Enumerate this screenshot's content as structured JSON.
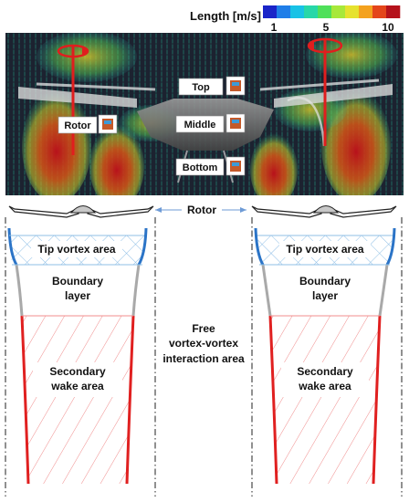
{
  "legend": {
    "title": "Length [m/s]",
    "ticks": [
      "1",
      "5",
      "10"
    ],
    "colors": [
      "#1a24c8",
      "#1f7ee8",
      "#18c2e6",
      "#27d7a8",
      "#4fe05a",
      "#a7e83a",
      "#e6e22e",
      "#f4a21e",
      "#e4451a",
      "#b5121b"
    ]
  },
  "photo_labels": {
    "top": "Top",
    "middle": "Middle",
    "bottom": "Bottom",
    "rotor": "Rotor"
  },
  "rotor_label": "Rotor",
  "left_zone": {
    "tip": "Tip vortex area",
    "boundary_1": "Boundary",
    "boundary_2": "layer",
    "wake_1": "Secondary",
    "wake_2": "wake area"
  },
  "right_zone": {
    "tip": "Tip vortex area",
    "boundary_1": "Boundary",
    "boundary_2": "layer",
    "wake_1": "Secondary",
    "wake_2": "wake area"
  },
  "center": {
    "line1": "Free",
    "line2": "vortex-vortex",
    "line3": "interaction area"
  },
  "colors": {
    "tip_edge": "#2b74c7",
    "boundary_edge": "#a9a9a9",
    "wake_edge": "#e02020",
    "rotor_arrow": "#e01e1e"
  }
}
